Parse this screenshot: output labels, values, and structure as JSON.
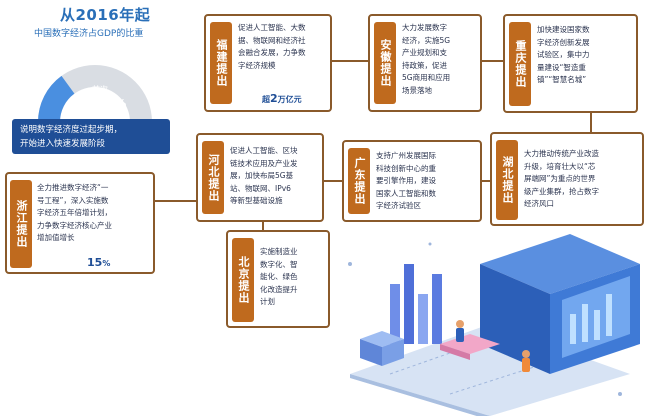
{
  "header": {
    "title": "从2016年起",
    "subtitle": "中国数字经济占GDP的比重"
  },
  "stat": {
    "label": "首次",
    "value_prefix": "超过",
    "value": "30%",
    "fraction": 0.3,
    "conclusion_line1": "说明数字经济度过起步期，",
    "conclusion_line2": "开始进入快速发展阶段"
  },
  "colors": {
    "primary_blue": "#1f4e96",
    "tag_orange": "#bf6a1e",
    "border_brown": "#8a5a2b",
    "light_blue": "#4a8fe0"
  },
  "provinces": {
    "fujian": {
      "tag": "福建提出",
      "lines": [
        "促进人工智能、大数",
        "据、物联网和经济社",
        "会融合发展，力争数",
        "字经济规模"
      ],
      "emph_prefix": "超",
      "emph_value": "2",
      "emph_suffix": "万亿元"
    },
    "anhui": {
      "tag": "安徽提出",
      "lines": [
        "大力发展数字",
        "经济，实施5G",
        "产业规划和支",
        "持政策，促进",
        "5G商用和应用",
        "场景落地"
      ]
    },
    "chongqing": {
      "tag": "重庆提出",
      "lines": [
        "加快建设国家数",
        "字经济创新发展",
        "试验区，集中力",
        "量建设“智造重",
        "镇”“智慧名城”"
      ]
    },
    "hebei": {
      "tag": "河北提出",
      "lines": [
        "促进人工智能、区块",
        "链技术应用及产业发",
        "展，加快布局5G基",
        "站、物联网、IPv6",
        "等新型基础设施"
      ]
    },
    "guangdong": {
      "tag": "广东提出",
      "lines": [
        "支持广州发展国际",
        "科技创新中心的重",
        "要引擎作用，建设",
        "国家人工智能和数",
        "字经济试验区"
      ]
    },
    "hubei": {
      "tag": "湖北提出",
      "lines": [
        "大力推动传统产业改造",
        "升级，培育壮大以“芯",
        "屏端网”为重点的世界",
        "级产业集群，抢占数字",
        "经济风口"
      ]
    },
    "zhejiang": {
      "tag": "浙江提出",
      "lines": [
        "全力推进数字经济“一",
        "号工程”，深入实施数",
        "字经济五年倍增计划，",
        "力争数字经济核心产业",
        "增加值增长"
      ],
      "emph_value": "15",
      "emph_suffix": "%"
    },
    "beijing": {
      "tag": "北京提出",
      "lines": [
        "实施制造业",
        "数字化、智",
        "能化、绿色",
        "化改造提升",
        "计划"
      ]
    }
  }
}
